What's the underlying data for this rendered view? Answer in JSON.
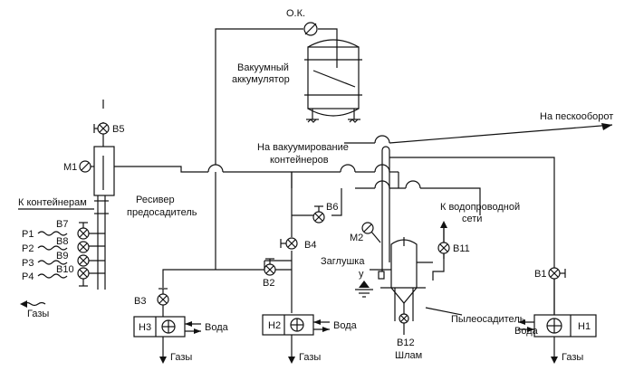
{
  "labels": {
    "ok": "О.К.",
    "accumulator_line1": "Вакуумный",
    "accumulator_line2": "аккумулятор",
    "to_sand": "На пескооборот",
    "to_vacuum_line1": "На вакуумирование",
    "to_vacuum_line2": "контейнеров",
    "to_containers": "К контейнерам",
    "receiver_line1": "Ресивер",
    "receiver_line2": "предосадитель",
    "water_supply_line1": "К водопроводной",
    "water_supply_line2": "сети",
    "plug": "Заглушка",
    "u": "у",
    "dust_separator": "Пылеосадитель",
    "sludge": "Шлам",
    "gases": "Газы",
    "water": "Вода"
  },
  "valves": {
    "b1": "В1",
    "b2": "В2",
    "b3": "В3",
    "b4": "В4",
    "b5": "В5",
    "b6": "В6",
    "b7": "В7",
    "b8": "В8",
    "b9": "В9",
    "b10": "В10",
    "b11": "В11",
    "b12": "В12"
  },
  "gauges": {
    "m1": "М1",
    "m2": "М2"
  },
  "pumps": {
    "h1": "Н1",
    "h2": "Н2",
    "h3": "Н3"
  },
  "ports": {
    "p1": "Р1",
    "p2": "Р2",
    "p3": "Р3",
    "p4": "Р4"
  },
  "colors": {
    "line": "#111111",
    "background": "#ffffff"
  }
}
